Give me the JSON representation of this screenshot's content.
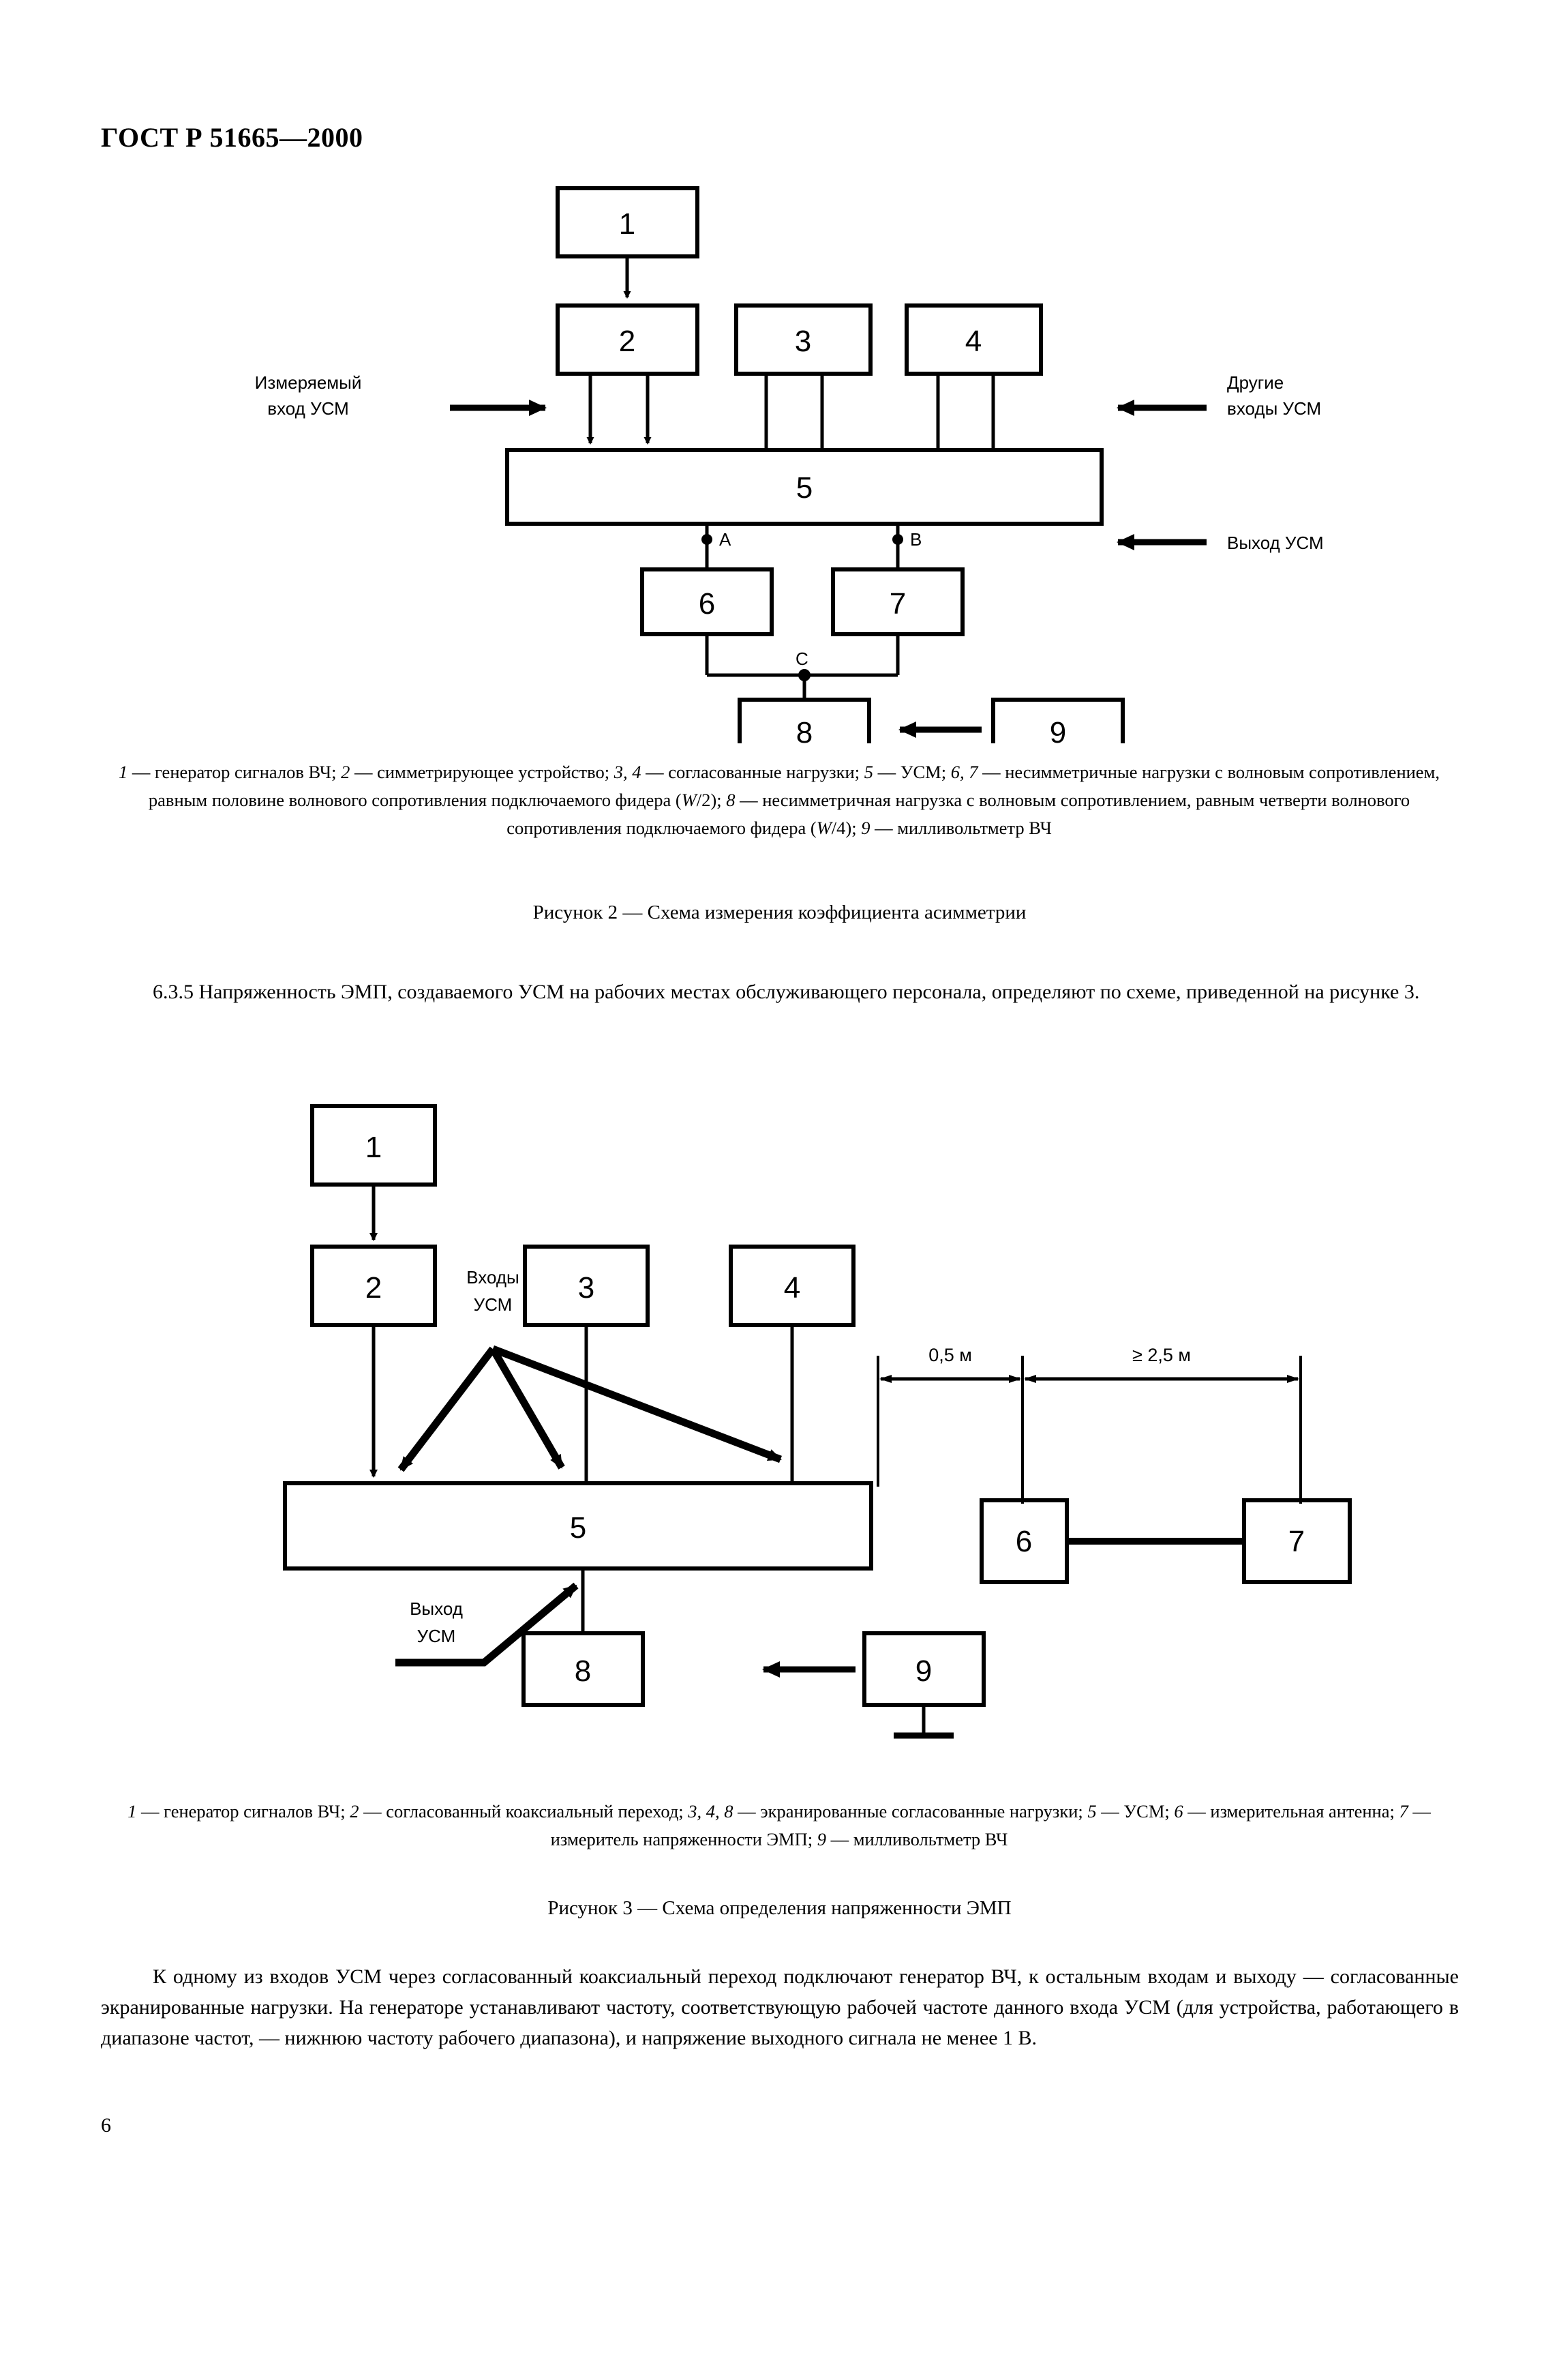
{
  "header": {
    "standard": "ГОСТ Р 51665—2000"
  },
  "figure2": {
    "boxes": {
      "b1": "1",
      "b2": "2",
      "b3": "3",
      "b4": "4",
      "b5": "5",
      "b6": "6",
      "b7": "7",
      "b8": "8",
      "b9": "9"
    },
    "nodes": {
      "a": "A",
      "b": "B",
      "c": "C"
    },
    "annotations": {
      "input_line1": "Измеряемый",
      "input_line2": "вход УСМ",
      "other_line1": "Другие",
      "other_line2": "входы УСМ",
      "output": "Выход УСМ"
    },
    "legend_parts": {
      "p1_num": "1",
      "p1_txt": " — генератор сигналов ВЧ; ",
      "p2_num": "2",
      "p2_txt": " — симметрирующее устройство; ",
      "p3_num": "3, 4",
      "p3_txt": " — согласованные нагрузки; ",
      "p4_num": "5",
      "p4_txt": " — УСМ; ",
      "p5_num": "6, 7",
      "p5_txt": " — несимметричные нагрузки с волновым сопротивлением, равным половине волнового сопротивления подключаемого фидера (",
      "p5_sym": "W",
      "p5_tail": "/2); ",
      "p6_num": "8",
      "p6_txt": " — несимметричная нагрузка с волновым сопротивлением, равным четверти волнового сопротивления подключаемого фидера (",
      "p6_sym": "W",
      "p6_tail": "/4); ",
      "p7_num": "9",
      "p7_txt": " — милливольтметр ВЧ"
    },
    "caption": "Рисунок 2 — Схема измерения коэффициента асимметрии"
  },
  "paragraph_635": "6.3.5  Напряженность ЭМП, создаваемого УСМ на рабочих местах обслуживающего персонала, определяют по схеме, приведенной на рисунке 3.",
  "figure3": {
    "boxes": {
      "b1": "1",
      "b2": "2",
      "b3": "3",
      "b4": "4",
      "b5": "5",
      "b6": "6",
      "b7": "7",
      "b8": "8",
      "b9": "9"
    },
    "annotations": {
      "inputs_line1": "Входы",
      "inputs_line2": "УСМ",
      "output_line1": "Выход",
      "output_line2": "УСМ"
    },
    "dimensions": {
      "d1": "0,5 м",
      "d2": "≥ 2,5 м"
    },
    "legend_parts": {
      "p1_num": "1",
      "p1_txt": " — генератор сигналов ВЧ; ",
      "p2_num": "2",
      "p2_txt": " — согласованный коаксиальный переход; ",
      "p3_num": "3, 4, 8",
      "p3_txt": " — экранированные согласованные нагрузки; ",
      "p4_num": "5",
      "p4_txt": " — УСМ; ",
      "p5_num": "6",
      "p5_txt": " — измерительная антенна; ",
      "p6_num": "7",
      "p6_txt": " — измеритель напряженности ЭМП; ",
      "p7_num": "9",
      "p7_txt": " — милливольтметр ВЧ"
    },
    "caption": "Рисунок 3 — Схема определения напряженности ЭМП"
  },
  "paragraph_final": "К одному из входов УСМ через согласованный коаксиальный переход подключают генератор ВЧ, к остальным входам и выходу — согласованные экранированные нагрузки. На генераторе устанавливают частоту, соответствующую рабочей частоте данного входа УСМ (для устройства, работающего в диапазоне частот, — нижнюю частоту рабочего диапазона), и напряжение выходного сигнала не менее 1 В.",
  "page_number": "6"
}
